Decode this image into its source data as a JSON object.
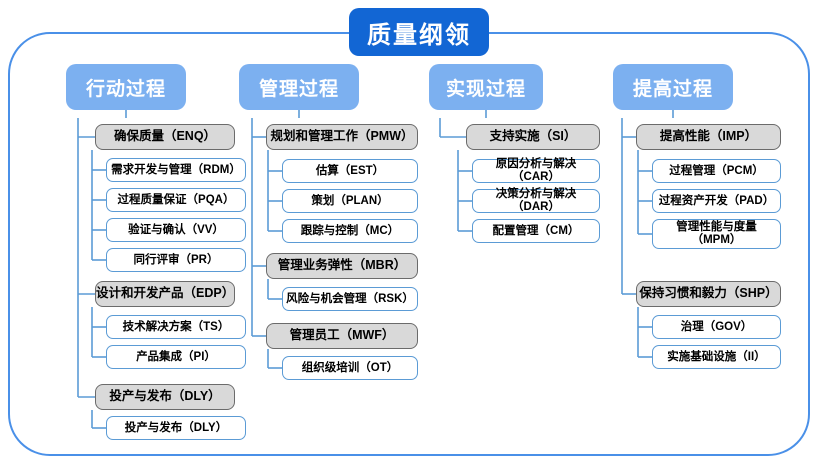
{
  "title": "质量纲领",
  "colors": {
    "title_bg": "#1266d4",
    "header_bg": "#7cb0f0",
    "category_bg": "#d9d9d9",
    "category_border": "#6b6b6b",
    "leaf_border": "#5b9bd5",
    "frame_border": "#4a90e8",
    "connector": "#5b9bd5",
    "text_light": "#ffffff",
    "text_dark": "#000000"
  },
  "columns": [
    {
      "header": "行动过程",
      "groups": [
        {
          "category": "确保质量（ENQ）",
          "items": [
            "需求开发与管理（RDM）",
            "过程质量保证（PQA）",
            "验证与确认（VV）",
            "同行评审（PR）"
          ]
        },
        {
          "category": "设计和开发产品（EDP）",
          "items": [
            "技术解决方案（TS）",
            "产品集成（PI）"
          ]
        },
        {
          "category": "投产与发布（DLY）",
          "items": [
            "投产与发布（DLY）"
          ]
        }
      ]
    },
    {
      "header": "管理过程",
      "groups": [
        {
          "category": "规划和管理工作（PMW）",
          "items": [
            "估算（EST）",
            "策划（PLAN）",
            "跟踪与控制（MC）"
          ]
        },
        {
          "category": "管理业务弹性（MBR）",
          "items": [
            "风险与机会管理（RSK）"
          ]
        },
        {
          "category": "管理员工（MWF）",
          "items": [
            "组织级培训（OT）"
          ]
        }
      ]
    },
    {
      "header": "实现过程",
      "groups": [
        {
          "category": "支持实施（SI）",
          "items": [
            "原因分析与解决（CAR）",
            "决策分析与解决（DAR）",
            "配置管理（CM）"
          ]
        }
      ]
    },
    {
      "header": "提高过程",
      "groups": [
        {
          "category": "提高性能（IMP）",
          "items": [
            "过程管理（PCM）",
            "过程资产开发（PAD）",
            "管理性能与度量（MPM）"
          ]
        },
        {
          "category": "保持习惯和毅力（SHP）",
          "items": [
            "治理（GOV）",
            "实施基础设施（II）"
          ]
        }
      ]
    }
  ]
}
